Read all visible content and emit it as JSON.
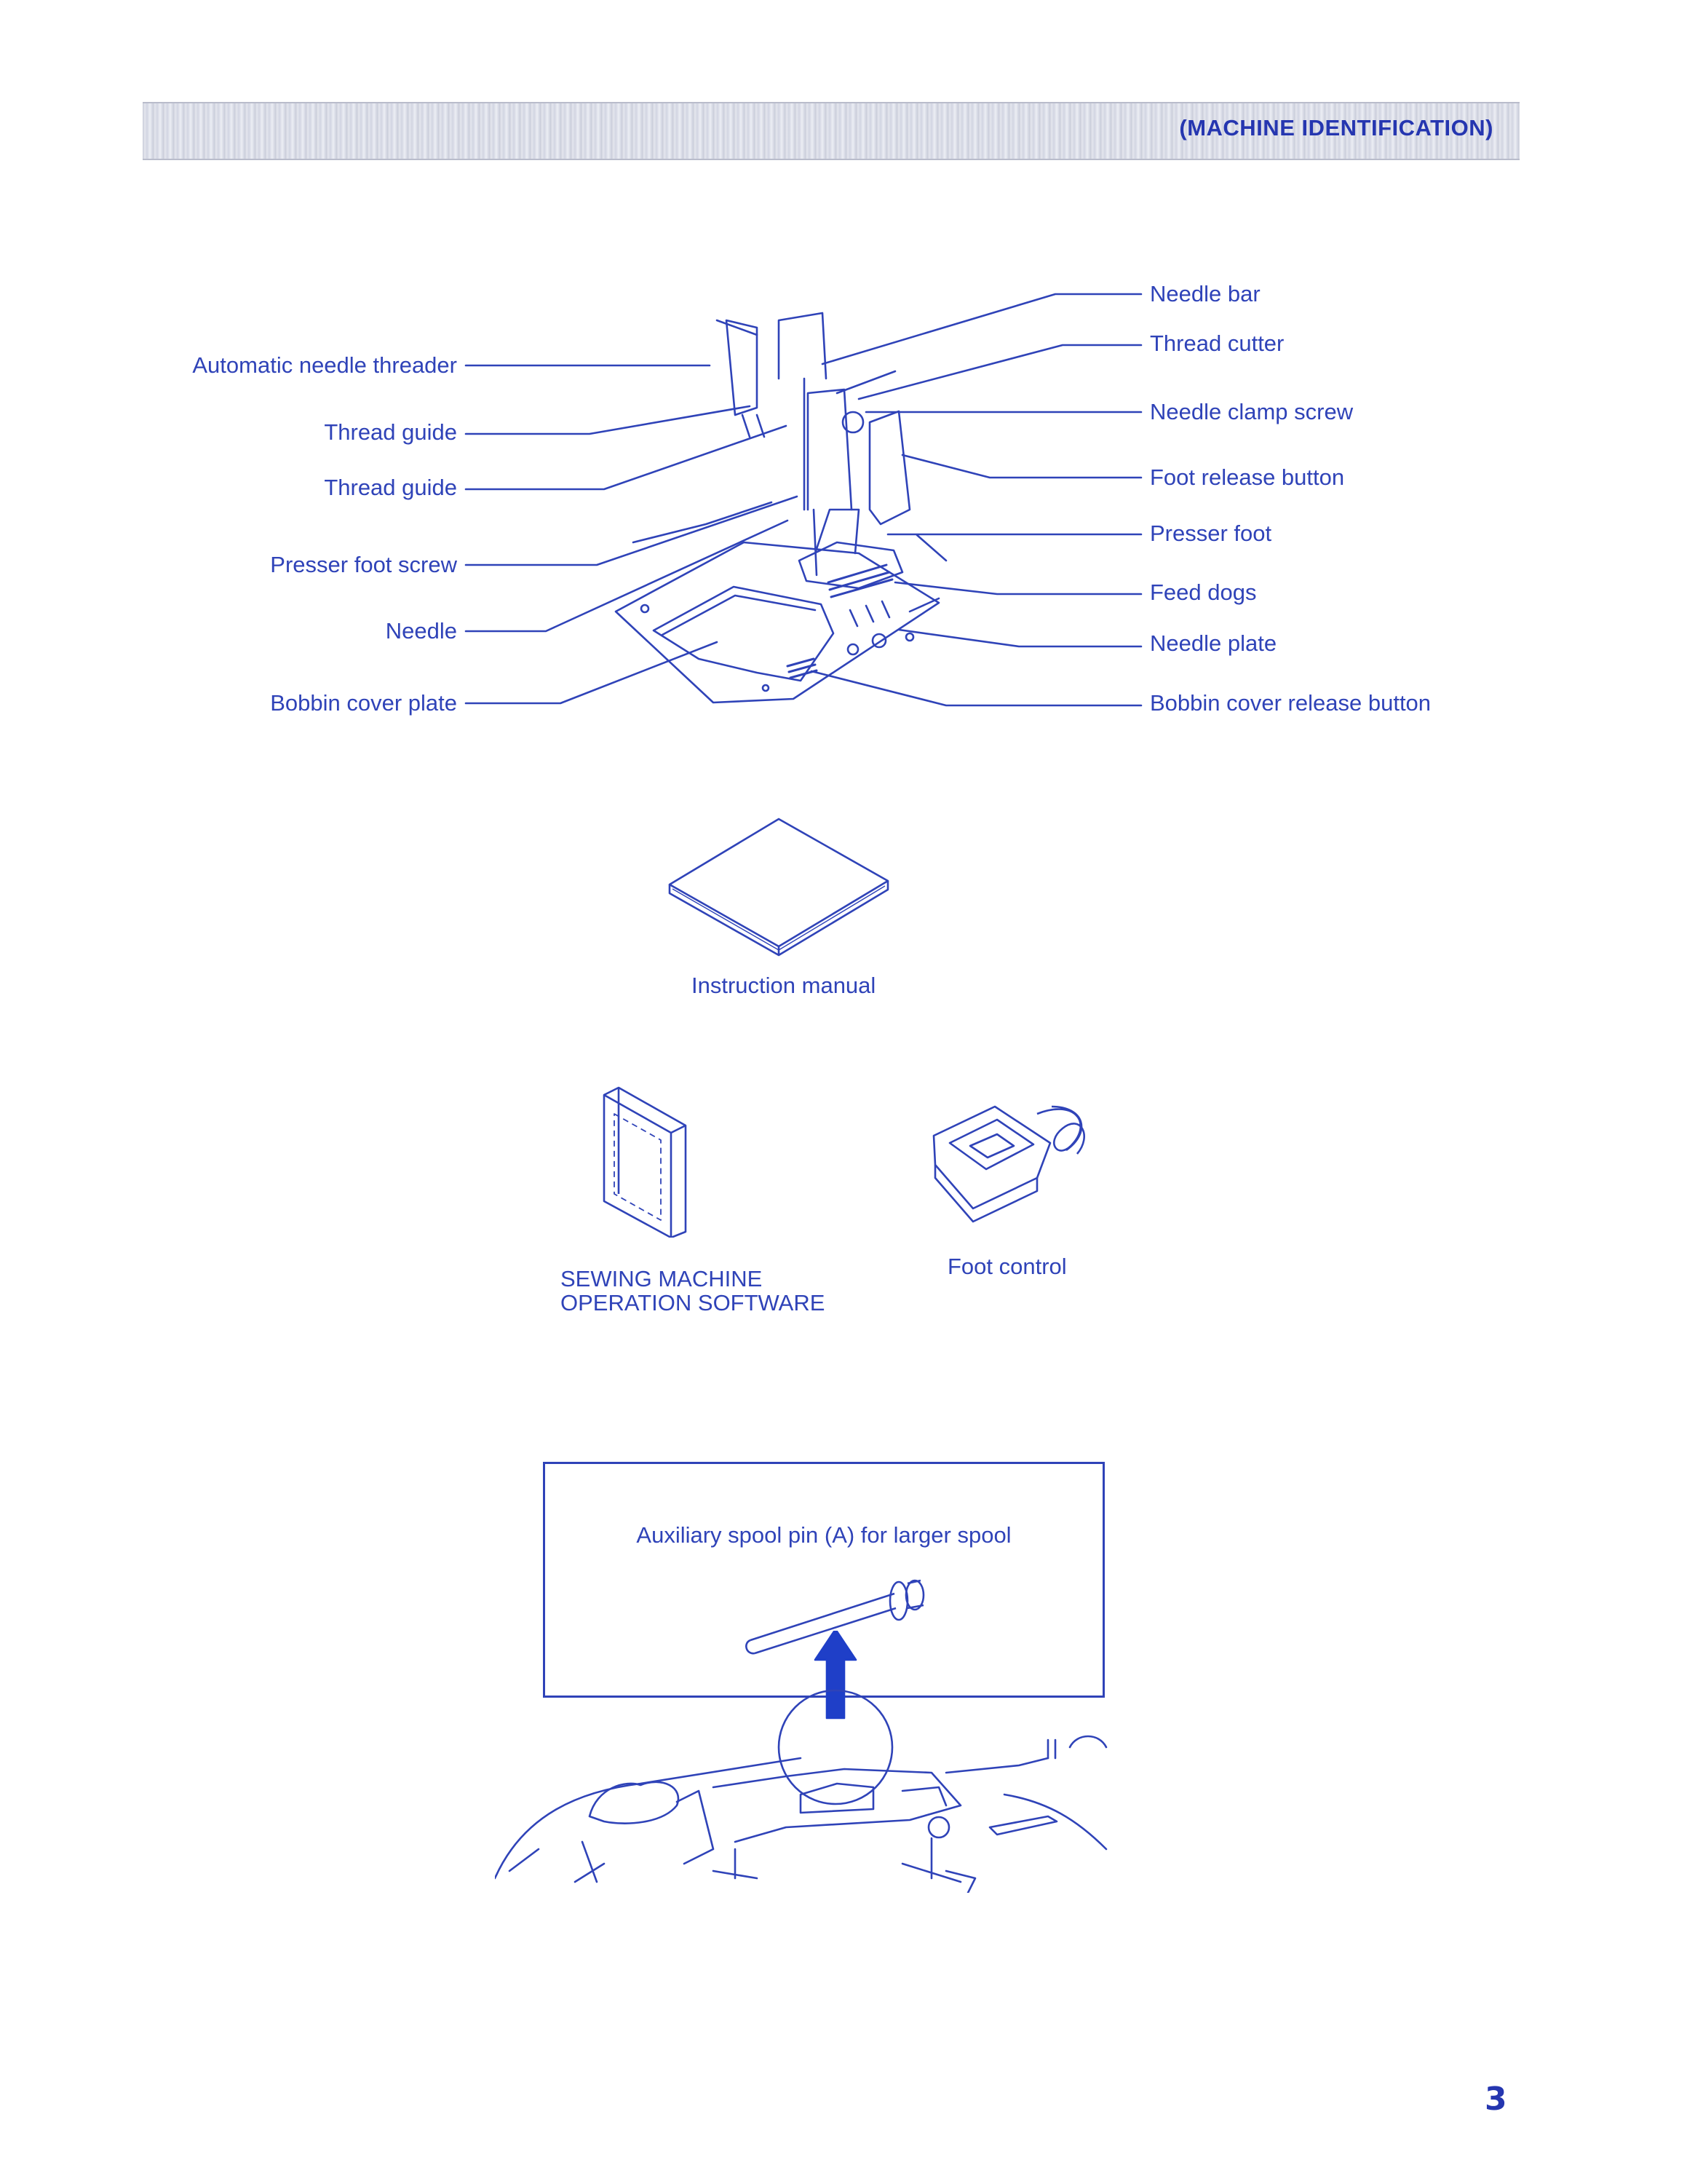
{
  "header": {
    "title": "(MACHINE IDENTIFICATION)"
  },
  "diagram": {
    "left_labels": [
      "Automatic needle threader",
      "Thread guide",
      "Thread guide",
      "Presser foot screw",
      "Needle",
      "Bobbin cover plate"
    ],
    "right_labels": [
      "Needle bar",
      "Thread cutter",
      "Needle clamp screw",
      "Foot release button",
      "Presser foot",
      "Feed dogs",
      "Needle plate",
      "Bobbin cover release button"
    ]
  },
  "accessories": {
    "manual": "Instruction manual",
    "software_line1": "SEWING MACHINE",
    "software_line2": "OPERATION SOFTWARE",
    "foot_control": "Foot control"
  },
  "spool": {
    "caption": "Auxiliary spool pin (A) for larger spool"
  },
  "page_number": "3",
  "colors": {
    "ink": "#2f43b8",
    "header_band": "#d2d5e2"
  }
}
